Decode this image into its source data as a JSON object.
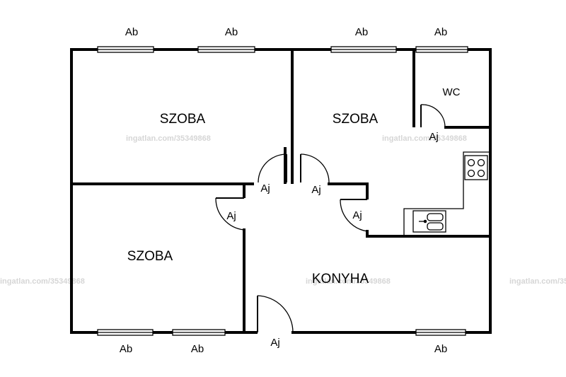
{
  "rooms": {
    "room_top_left": "SZOBA",
    "room_top_right": "SZOBA",
    "room_bottom_left": "SZOBA",
    "kitchen": "KONYHA",
    "wc": "WC"
  },
  "window_label": "Ab",
  "door_label": "Aj",
  "watermark": "ingatlan.com/35349868",
  "colors": {
    "wall": "#000000",
    "background": "#ffffff",
    "watermark": "#d6d6d6"
  }
}
